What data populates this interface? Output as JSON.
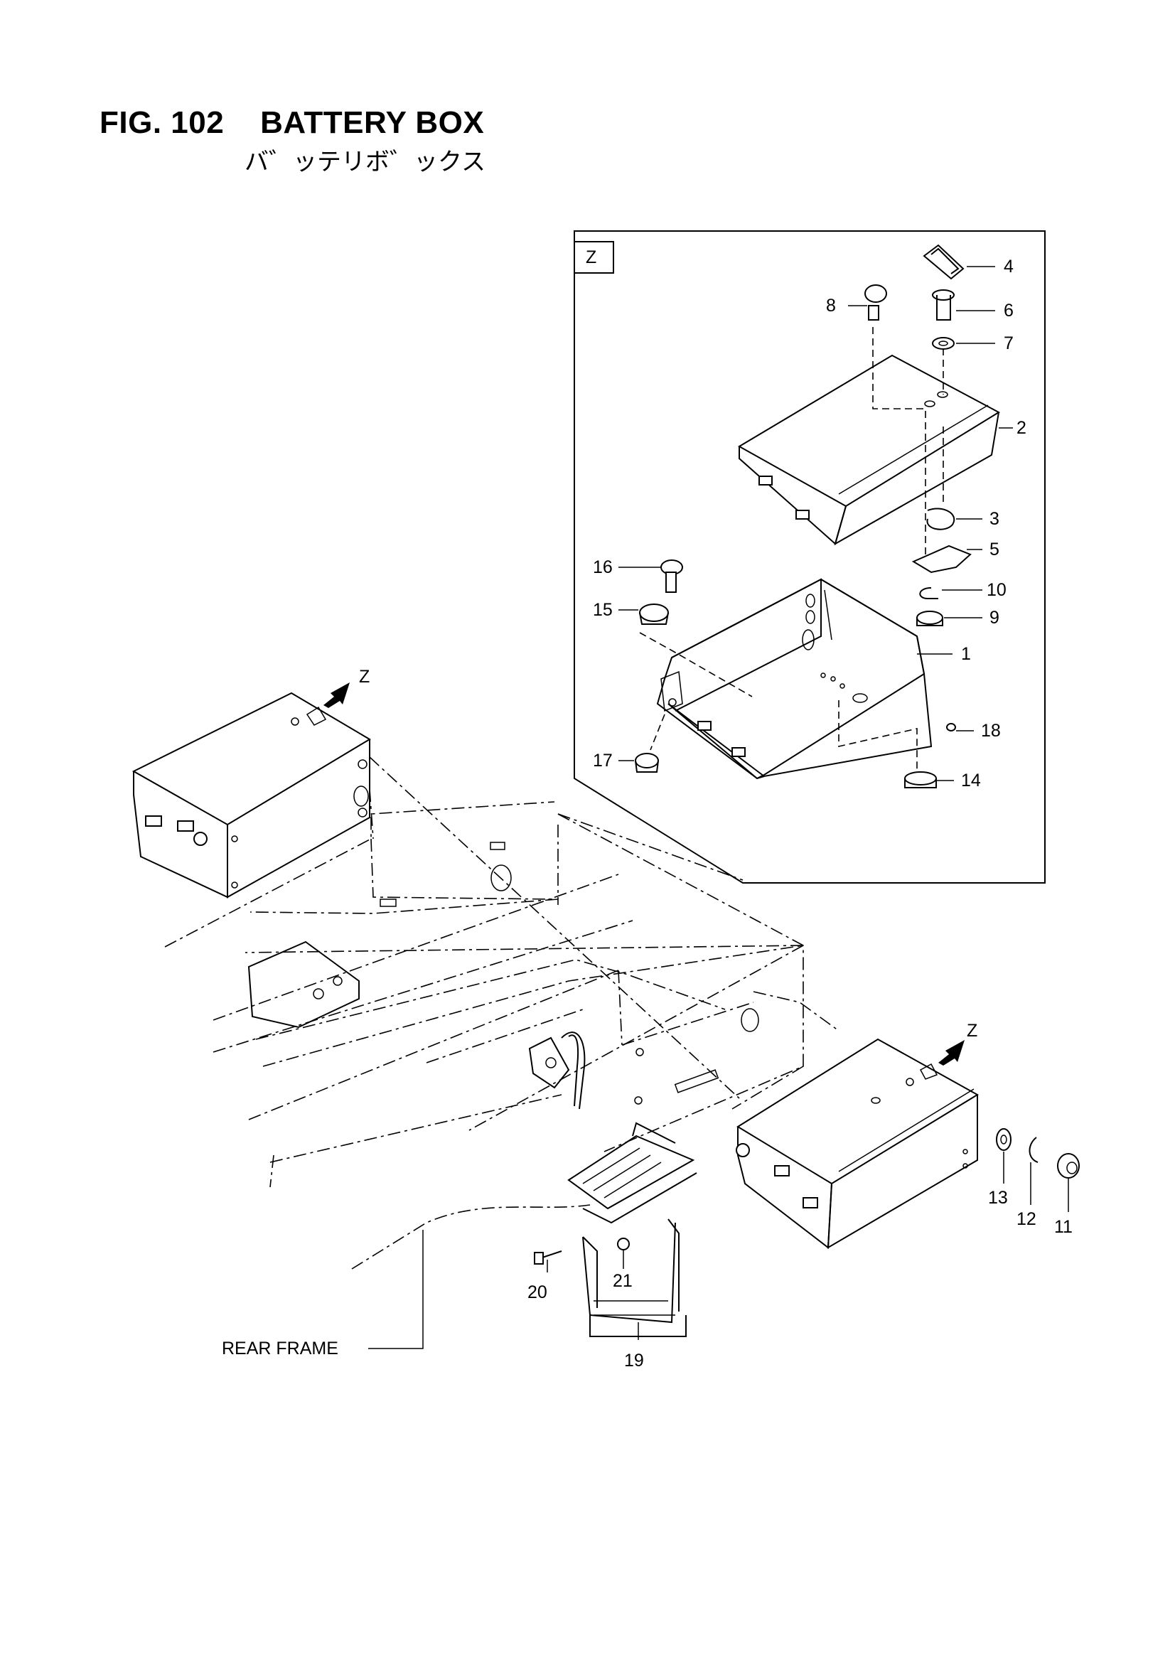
{
  "figure": {
    "title": "FIG. 102    BATTERY BOX",
    "subtitle": "バ゛ッテリボ゛ックス"
  },
  "detail_view": {
    "label": "Z"
  },
  "view_markers": [
    "Z",
    "Z"
  ],
  "parts": {
    "p1": "1",
    "p2": "2",
    "p3": "3",
    "p4": "4",
    "p5": "5",
    "p6": "6",
    "p7": "7",
    "p8": "8",
    "p9": "9",
    "p10": "10",
    "p11": "11",
    "p12": "12",
    "p13": "13",
    "p14": "14",
    "p15": "15",
    "p16": "16",
    "p17": "17",
    "p18": "18",
    "p19": "19",
    "p20": "20",
    "p21": "21"
  },
  "reference": {
    "rear_frame": "REAR FRAME"
  }
}
